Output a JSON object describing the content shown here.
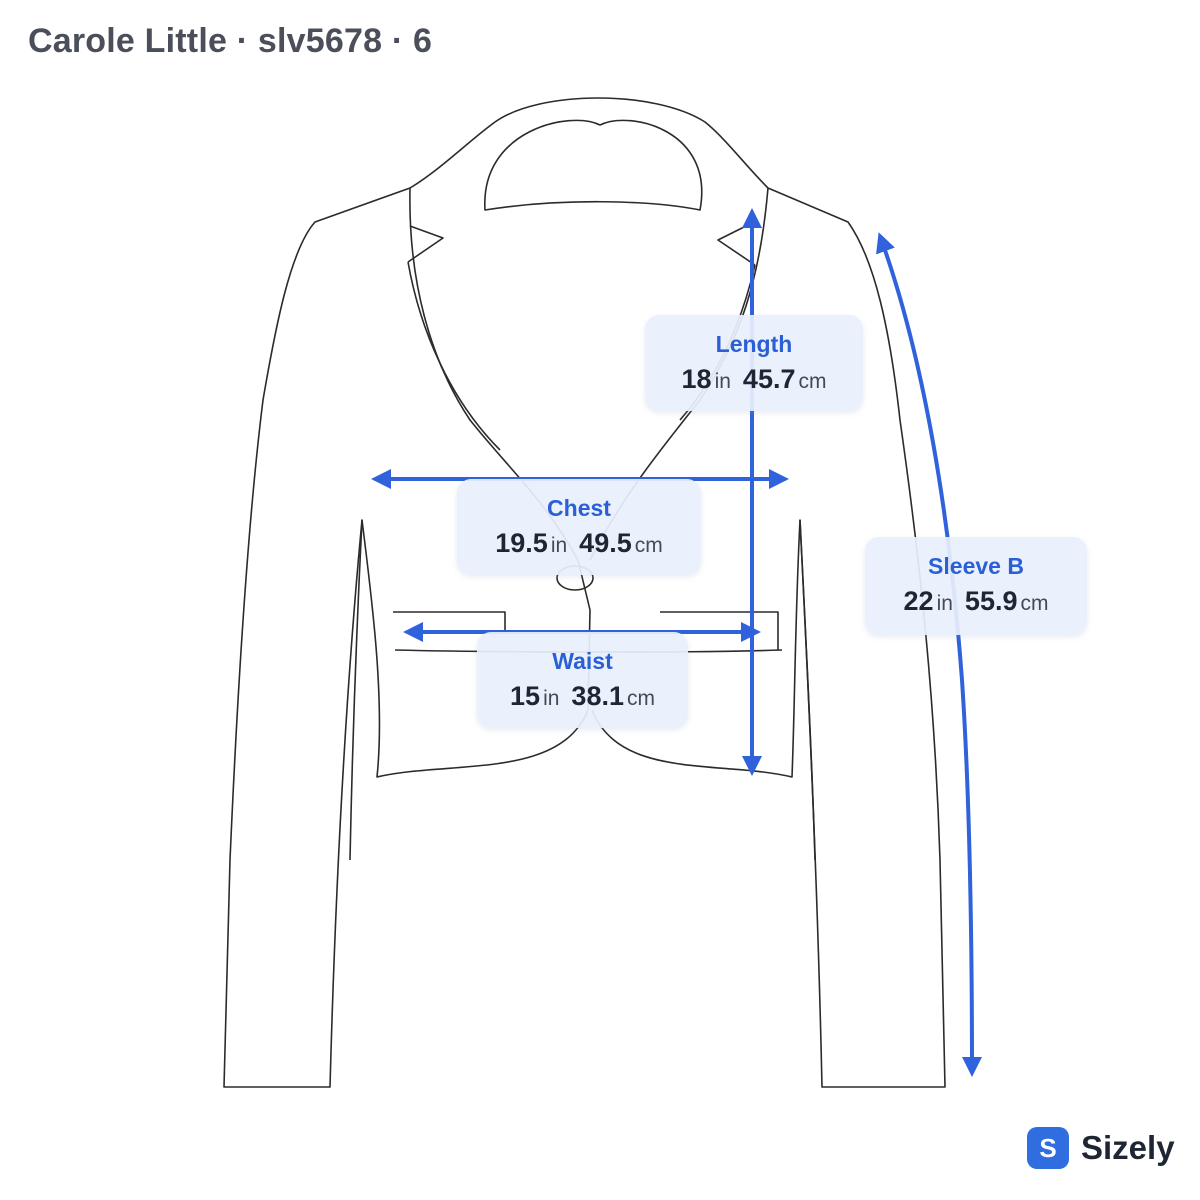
{
  "title": "Carole Little · slv5678 · 6",
  "measurements": [
    {
      "name": "Length",
      "inches": "18",
      "cm": "45.7",
      "in_unit": "in",
      "cm_unit": "cm"
    },
    {
      "name": "Chest",
      "inches": "19.5",
      "cm": "49.5",
      "in_unit": "in",
      "cm_unit": "cm"
    },
    {
      "name": "Sleeve B",
      "inches": "22",
      "cm": "55.9",
      "in_unit": "in",
      "cm_unit": "cm"
    },
    {
      "name": "Waist",
      "inches": "15",
      "cm": "38.1",
      "in_unit": "in",
      "cm_unit": "cm"
    }
  ],
  "brand": {
    "badge": "S",
    "name": "Sizely"
  },
  "colors": {
    "accent": "#2a5fd6",
    "outline": "#2b2b2b",
    "label_bg": "#e8effc"
  }
}
